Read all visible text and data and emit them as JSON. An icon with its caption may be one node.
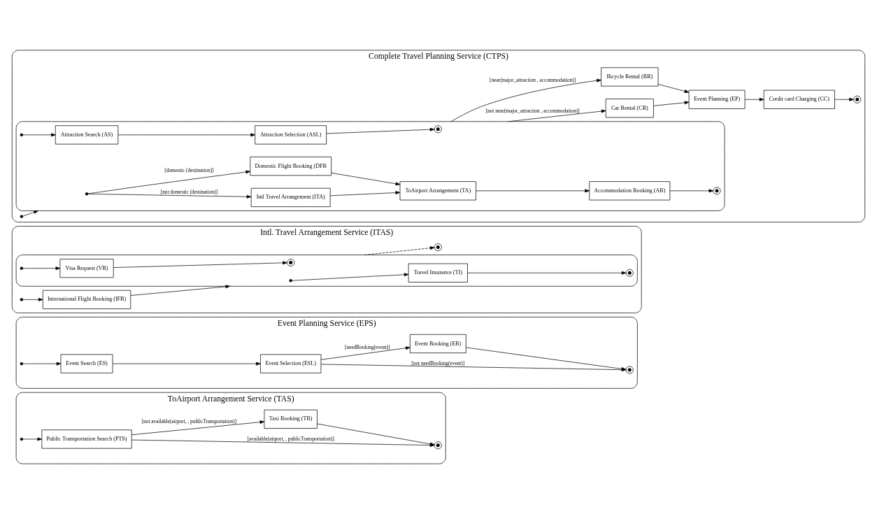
{
  "diagram": {
    "nodes": [
      {
        "text": [
          "Complete Travel Planning Service (CTPS)"
        ]
      },
      {
        "text": [],
        "shape": "box",
        "in": 0
      },
      {
        "text": [],
        "shape": "dot",
        "in": 0
      },
      {
        "text": [],
        "shape": "dot",
        "in": 1
      },
      {
        "text": [
          "Domestic Flight Booking (DFB"
        ],
        "in": 1
      },
      {
        "text": [
          "Intl Travel Arrangement (ITA)"
        ],
        "in": 1
      },
      {
        "text": [
          "ToAirport Arrangement (TA)"
        ],
        "in": 1
      },
      {
        "text": [
          "Accommodation Booking (AB)"
        ],
        "in": 1
      },
      {
        "text": [],
        "shape": "circle",
        "in": 1
      },
      {
        "text": [],
        "shape": "dot",
        "in": 1
      },
      {
        "text": [
          "Attraction Search (AS)"
        ],
        "in": 1
      },
      {
        "text": [
          "Attraction Selection (ASL)"
        ],
        "in": 1
      },
      {
        "text": [],
        "shape": "circle",
        "in": 1
      },
      {
        "text": [
          "Bicycle Rental (BR)"
        ],
        "in": 0
      },
      {
        "text": [
          "Car Rental (CR)"
        ],
        "in": 0
      },
      {
        "text": [
          "Event Planning (EP)"
        ],
        "in": 0
      },
      {
        "text": [
          "Credit card Charging (CC)"
        ],
        "in": 0
      },
      {
        "text": [],
        "shape": "circle",
        "in": 0
      },
      {
        "text": [
          "Intl. Travel Arrangement Service (ITAS)"
        ]
      },
      {
        "text": [],
        "shape": "dot",
        "in": 18
      },
      {
        "text": [
          "International Flight Booking (IFB)"
        ],
        "in": 18
      },
      {
        "text": [],
        "shape": "box",
        "in": 18
      },
      {
        "text": [],
        "shape": "dot",
        "in": 21
      },
      {
        "text": [
          "Travel Insurance (TI)"
        ],
        "in": 21
      },
      {
        "text": [],
        "shape": "circle",
        "in": 21
      },
      {
        "text": [],
        "shape": "dot",
        "in": 21
      },
      {
        "text": [
          "Visa Request (VR)"
        ],
        "in": 21
      },
      {
        "text": [],
        "shape": "circle",
        "in": 21
      },
      {
        "text": [],
        "shape": "circle",
        "in": 18
      },
      {
        "text": [
          "Event Planning Service (EPS)"
        ]
      },
      {
        "text": [],
        "shape": "dot",
        "in": 29
      },
      {
        "text": [
          "Event Search (ES)"
        ],
        "in": 29
      },
      {
        "text": [
          "Event Selection (ESL)"
        ],
        "in": 29
      },
      {
        "text": [
          "Event Booking (EB)"
        ],
        "in": 29
      },
      {
        "text": [],
        "shape": "circle",
        "in": 29
      },
      {
        "text": [
          "ToAirport Arrangement Service (TAS)"
        ]
      },
      {
        "text": [],
        "shape": "dot",
        "in": 35
      },
      {
        "text": [
          "Public Transportation Search (PTS)"
        ],
        "in": 35
      },
      {
        "text": [
          "Taxi Booking (TB)"
        ],
        "in": 35
      },
      {
        "text": [],
        "shape": "circle",
        "in": 35
      }
    ],
    "edges": [
      {
        "from": 2,
        "to": 1,
        "arrow": "to"
      },
      {
        "from": 3,
        "to": 4,
        "arrow": "to",
        "label": "[domestic (destination)]"
      },
      {
        "from": 3,
        "to": 5,
        "arrow": "to",
        "label": "[not domestic (destination)]"
      },
      {
        "from": 4,
        "to": 6,
        "arrow": "to"
      },
      {
        "from": 5,
        "to": 6,
        "arrow": "to"
      },
      {
        "from": 6,
        "to": 7,
        "arrow": "to"
      },
      {
        "from": 7,
        "to": 8,
        "arrow": "to"
      },
      {
        "from": 9,
        "to": 10,
        "arrow": "to"
      },
      {
        "from": 10,
        "to": 11,
        "arrow": "to"
      },
      {
        "from": 11,
        "to": 12,
        "arrow": "to"
      },
      {
        "from": 1,
        "to": 13,
        "arrow": "to",
        "label": "[near(major_attraction , accommodation)]"
      },
      {
        "from": 1,
        "to": 14,
        "arrow": "to",
        "label": "[not near(major_attraction , accommodation)]"
      },
      {
        "from": 13,
        "to": 15,
        "arrow": "to"
      },
      {
        "from": 14,
        "to": 15,
        "arrow": "to"
      },
      {
        "from": 15,
        "to": 16,
        "arrow": "to"
      },
      {
        "from": 16,
        "to": 17,
        "arrow": "to"
      },
      {
        "from": 19,
        "to": 20,
        "arrow": "to"
      },
      {
        "from": 20,
        "to": 21,
        "arrow": "to"
      },
      {
        "from": 22,
        "to": 23,
        "arrow": "to"
      },
      {
        "from": 23,
        "to": 24,
        "arrow": "to"
      },
      {
        "from": 25,
        "to": 26,
        "arrow": "to"
      },
      {
        "from": 26,
        "to": 27,
        "arrow": "to"
      },
      {
        "from": 21,
        "to": 28,
        "arrow": "to",
        "style": "dashed"
      },
      {
        "from": 30,
        "to": 31,
        "arrow": "to"
      },
      {
        "from": 31,
        "to": 32,
        "arrow": "to"
      },
      {
        "from": 32,
        "to": 33,
        "arrow": "to",
        "label": "[needBooking(event)]"
      },
      {
        "from": 32,
        "to": 34,
        "arrow": "to",
        "label": "[not needBooking(event)]"
      },
      {
        "from": 33,
        "to": 34,
        "arrow": "to"
      },
      {
        "from": 36,
        "to": 37,
        "arrow": "to"
      },
      {
        "from": 37,
        "to": 38,
        "arrow": "to",
        "label": "[not available(airport, , publicTransportation)]"
      },
      {
        "from": 37,
        "to": 39,
        "arrow": "to",
        "label": "[available(airport, , publicTransportation)]"
      },
      {
        "from": 38,
        "to": 39,
        "arrow": "to"
      }
    ]
  }
}
